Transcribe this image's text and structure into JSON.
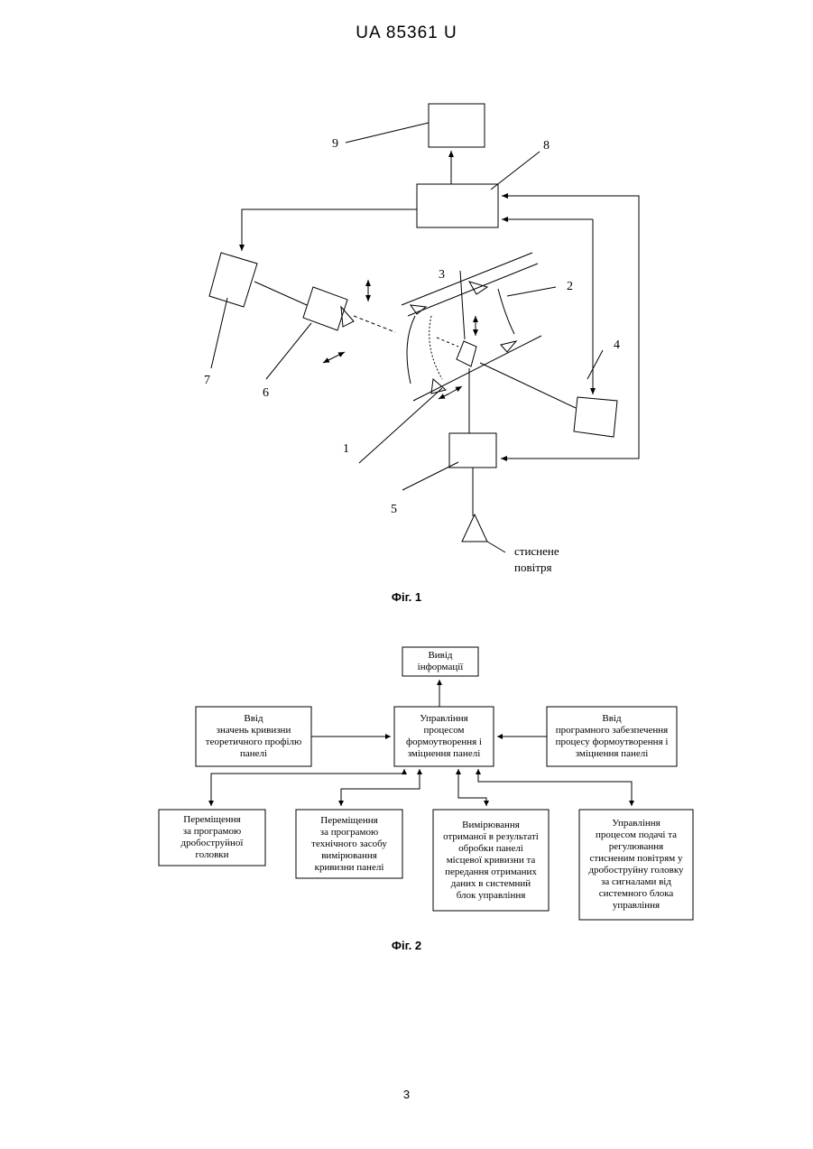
{
  "header": {
    "patent_number": "UA   85361   U"
  },
  "figure1": {
    "caption": "Фіг. 1",
    "labels": {
      "n1": "1",
      "n2": "2",
      "n3": "3",
      "n4": "4",
      "n5": "5",
      "n6": "6",
      "n7": "7",
      "n8": "8",
      "n9": "9"
    },
    "air_label_line1": "стиснене",
    "air_label_line2": "повітря"
  },
  "figure2": {
    "caption": "Фіг. 2",
    "boxes": {
      "output": "Вивід\nінформації",
      "input_curvature": "Ввід\nзначень кривизни\nтеоретичного профілю\nпанелі",
      "control": "Управління\nпроцесом\nформоутворення і\nзміцнення панелі",
      "input_software": "Ввід\nпрограмного забезпечення\nпроцесу формоутворення і\nзміцнення панелі",
      "move_head": "Переміщення\nза програмою\nдробоструйної\nголовки",
      "move_measure": "Переміщення\nза програмою\nтехнічного засобу\nвимірювання\nкривизни панелі",
      "measure": "Вимірювання\nотриманої в результаті\nобробки панелі\nмісцевої кривизни та\nпередання отриманих\nданих в системний\nблок управління",
      "air_control": "Управління\nпроцесом подачі та\nрегулювання\nстисненим повітрям у\nдробоструйну головку\nза сигналами від\nсистемного блока\nуправління"
    }
  },
  "footer": {
    "page_number": "3"
  }
}
